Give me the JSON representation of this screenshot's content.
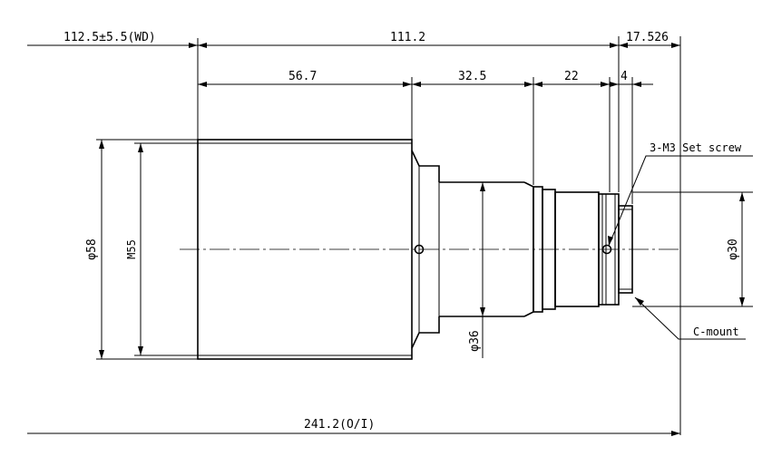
{
  "dimensions": {
    "wd": "112.5±5.5(WD)",
    "len_111": "111.2",
    "len_17": "17.526",
    "len_56": "56.7",
    "len_32": "32.5",
    "len_22": "22",
    "len_4": "4",
    "total": "241.2(O/I)",
    "dia_58": "φ58",
    "m55": "M55",
    "dia_36": "φ36",
    "dia_30": "φ30"
  },
  "callouts": {
    "set_screw": "3-M3 Set screw",
    "c_mount": "C-mount"
  }
}
